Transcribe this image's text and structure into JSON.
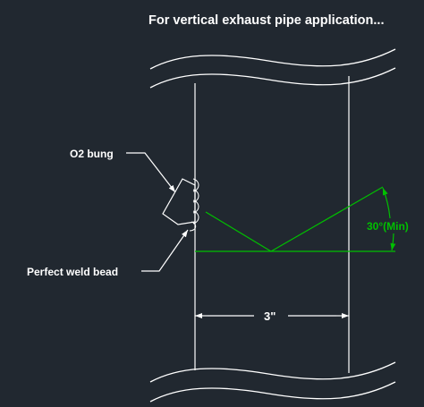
{
  "title": "For vertical exhaust pipe application...",
  "labels": {
    "o2_bung": "O2 bung",
    "weld_bead": "Perfect weld bead",
    "dimension": "3\"",
    "angle": "30°(Min)"
  },
  "colors": {
    "background": "#212830",
    "linework": "#ffffff",
    "angle_lines": "#00c000"
  }
}
